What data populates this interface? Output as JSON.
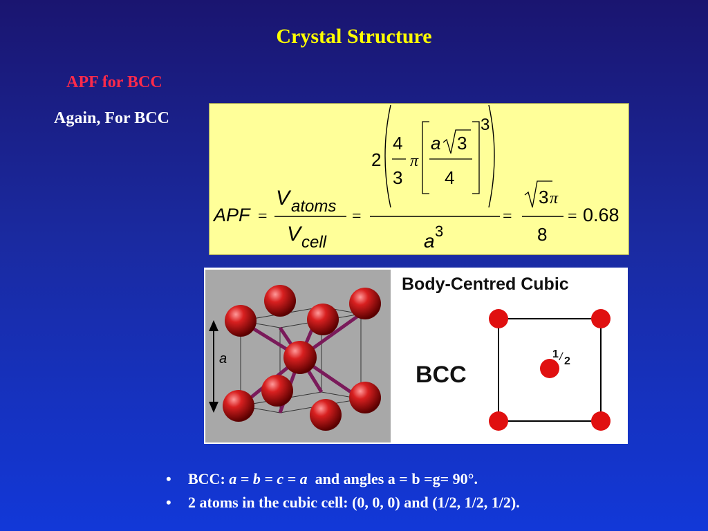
{
  "slide": {
    "title": "Crystal Structure",
    "subtitle": "APF for BCC",
    "intro": "Again, For BCC"
  },
  "formula": {
    "apf_label": "APF",
    "v_atoms_v": "V",
    "v_atoms_sub": "atoms",
    "v_cell_v": "V",
    "v_cell_sub": "cell",
    "num_coeff": "2",
    "frac_num": "4",
    "frac_den": "3",
    "pi": "π",
    "a_sym": "a",
    "sqrt3": "3",
    "bracket_den": "4",
    "outer_exp": "3",
    "den_a": "a",
    "den_exp": "3",
    "result_num_sqrt": "3",
    "result_num_pi": "π",
    "result_den": "8",
    "result_value": "0.68",
    "eq": "="
  },
  "figure": {
    "header": "Body-Centred Cubic",
    "label": "BCC",
    "axis_label": "a",
    "half_label_num": "1",
    "half_label_den": "2",
    "atom_color": "#cc1010",
    "bond_color": "#7a1a5a",
    "render_bg": "#a8a8a8"
  },
  "bullets": [
    {
      "marker": "•",
      "prefix": "BCC: ",
      "equation": "a = b = c = a",
      "suffix": "  and angles a = b =g= 90°."
    },
    {
      "marker": "•",
      "text": "2 atoms in the cubic cell: (0, 0, 0) and (1/2, 1/2, 1/2)."
    }
  ],
  "colors": {
    "title": "#ffff00",
    "subtitle": "#ff2a4a",
    "formula_bg": "#ffff99",
    "text": "#ffffff"
  }
}
